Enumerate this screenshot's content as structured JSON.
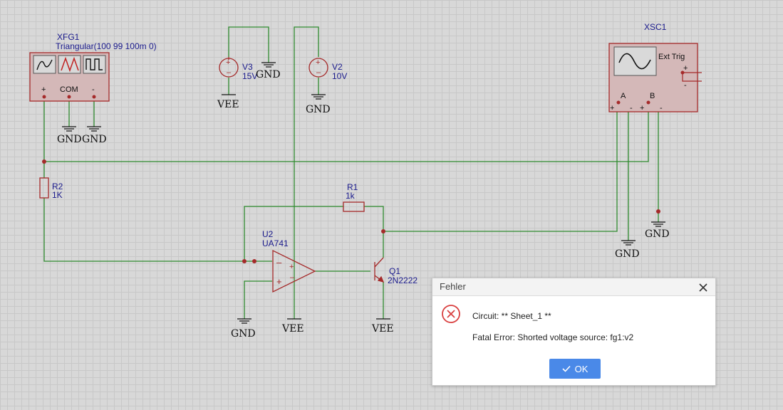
{
  "components": {
    "xfg1": {
      "name": "XFG1",
      "value": "Triangular(100 99 100m 0)",
      "pin_plus": "+",
      "pin_com": "COM",
      "pin_minus": "-"
    },
    "v3": {
      "name": "V3",
      "value": "15V"
    },
    "v2": {
      "name": "V2",
      "value": "10V"
    },
    "xsc1": {
      "name": "XSC1",
      "ext_trig": "Ext Trig",
      "pin_a": "A",
      "pin_b": "B",
      "plus": "+",
      "minus": "-"
    },
    "r2": {
      "name": "R2",
      "value": "1K"
    },
    "r1": {
      "name": "R1",
      "value": "1k"
    },
    "u2": {
      "name": "U2",
      "value": "UA741"
    },
    "q1": {
      "name": "Q1",
      "value": "2N2222"
    }
  },
  "rails": {
    "gnd": "GND",
    "vee": "VEE"
  },
  "dialog": {
    "title": "Fehler",
    "circuit_line": "Circuit: ** Sheet_1 **",
    "error_line": "Fatal Error: Shorted voltage source: fg1:v2",
    "ok_label": "OK"
  },
  "colors": {
    "wire": "#2f8a2f",
    "component": "#a52a2a",
    "label": "#1a1a8c",
    "ok_button": "#4a89e8",
    "error_icon": "#d94040"
  }
}
